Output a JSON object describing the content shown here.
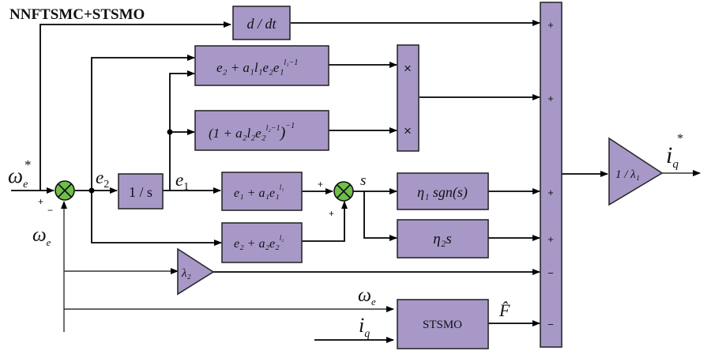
{
  "diagram": {
    "title": "NNFTSMC+STSMO",
    "colors": {
      "block_fill": "#a898c8",
      "sum_junction_fill": "#6fbf4a",
      "wire": "#000000"
    },
    "inputs": {
      "reference_speed": {
        "base": "ω",
        "sub": "e",
        "sup": "*"
      },
      "measured_speed": {
        "base": "ω",
        "sub": "e"
      },
      "observer_speed_in": {
        "base": "ω",
        "sub": "e"
      },
      "observer_current_in": {
        "base": "i",
        "sub": "q"
      }
    },
    "signals": {
      "e2": {
        "base": "e",
        "sub": "2"
      },
      "e1": {
        "base": "e",
        "sub": "1"
      },
      "s": "s",
      "F_hat": "F̂"
    },
    "junction1_signs": {
      "ref": "+",
      "fb": "−"
    },
    "junction2_signs": {
      "top": "+",
      "bottom": "+"
    },
    "blocks": {
      "derivative": "d / dt",
      "integrator": "1 / s",
      "term_a": {
        "text": "e₂ + a₁l₁e₂e₁",
        "sup": "l₁−1"
      },
      "term_b": {
        "text": "(1 + a₂l₂e₂",
        "sup": "l₂−1",
        "tail": ")",
        "tail_sup": "−1"
      },
      "sliding_e1": {
        "text": "e₁ + a₁e₁",
        "sup": "l₁"
      },
      "sliding_e2": {
        "text": "e₂ + a₂e₂",
        "sup": "l₂"
      },
      "multiplier_top": "×",
      "multiplier_bottom": "×",
      "switching": "η₁ sgn(s)",
      "linear": "η₂s",
      "gain_lambda2": "λ₂",
      "observer": "STSMO",
      "gain_out": "1 / λ₁"
    },
    "summing_bar_signs": [
      "+",
      "+",
      "+",
      "+",
      "−",
      "−"
    ],
    "output": {
      "base": "i",
      "sub": "q",
      "sup": "*"
    }
  }
}
